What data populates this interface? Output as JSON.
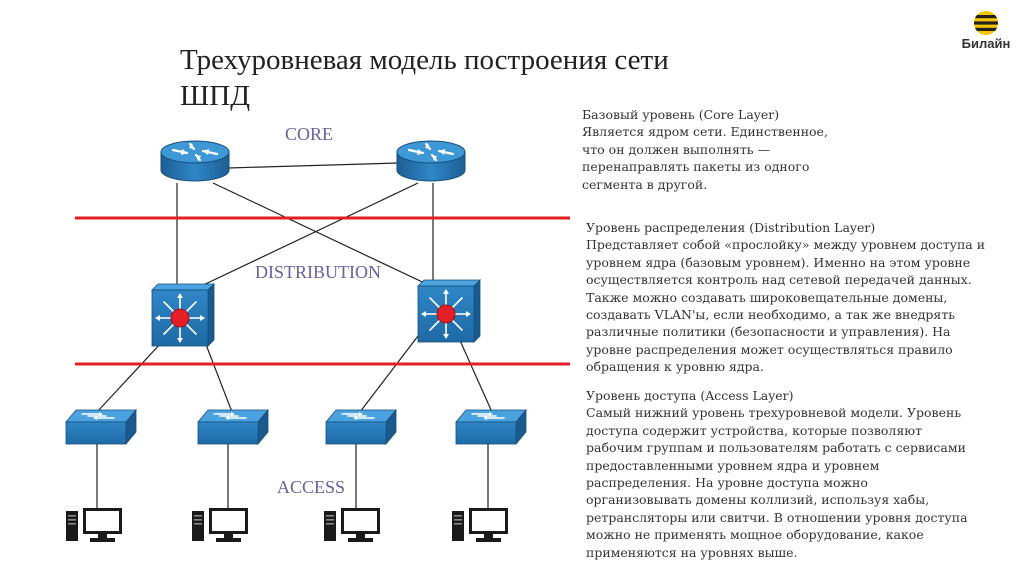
{
  "title": {
    "line1": "Трехуровневая модель построения сети",
    "line2": "ШПД"
  },
  "logo": {
    "text": "Билайн",
    "brand_colors": [
      "#f5c400",
      "#222222"
    ]
  },
  "diagram": {
    "labels": {
      "core": "CORE",
      "distribution": "DISTRIBUTION",
      "access": "ACCESS"
    },
    "colors": {
      "device_blue": "#2a7ab8",
      "divider_red": "#e31e24",
      "link_line": "#222222",
      "label": "#6a5fa0"
    }
  },
  "sections": {
    "core": {
      "heading": "Базовый уровень (Core Layer)",
      "lines": [
        "Является ядром сети. Единственное,",
        "что он должен выполнять —",
        "перенаправлять пакеты из одного",
        "сегмента в другой."
      ]
    },
    "distribution": {
      "heading": "Уровень распределения (Distribution Layer)",
      "lines": [
        "Представляет собой «прослойку» между уровнем доступа и",
        "уровнем ядра (базовым уровнем). Именно на этом уровне",
        "осуществляется контроль над сетевой передачей данных.",
        "Также можно создавать широковещательные домены,",
        "создавать VLAN'ы, если необходимо, а так же внедрять",
        "различные политики (безопасности и управления). На",
        "уровне распределения может осуществляться правило",
        "обращения к уровню ядра."
      ]
    },
    "access": {
      "heading": "Уровень доступа (Access Layer)",
      "lines": [
        "Самый нижний уровень трехуровневой модели. Уровень",
        "доступа содержит устройства, которые позволяют",
        "рабочим группам и пользователям работать с сервисами",
        "предоставленными уровнем ядра и уровнем",
        "распределения. На уровне доступа можно",
        "организовывать домены коллизий, используя хабы,",
        "ретрансляторы или свитчи. В отношении уровня доступа",
        "можно не применять мощное оборудование, какое",
        "применяются на уровнях выше."
      ]
    }
  }
}
